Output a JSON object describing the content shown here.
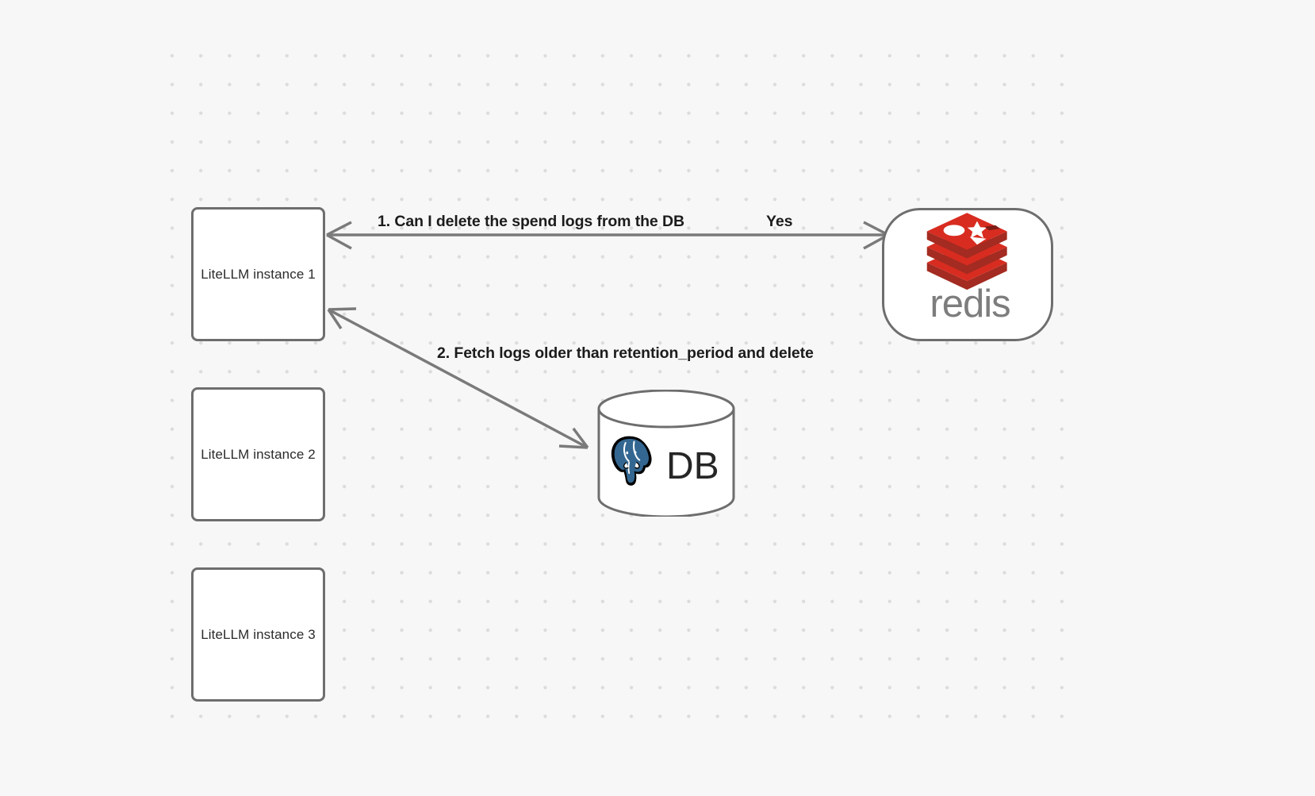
{
  "canvas": {
    "background_color": "#f7f7f7",
    "grid_dot_color": "#dcdcdc"
  },
  "nodes": [
    {
      "id": "litellm-1",
      "label": "LiteLLM instance 1",
      "type": "box",
      "border_color": "#6e6e6e",
      "fill_color": "#ffffff"
    },
    {
      "id": "litellm-2",
      "label": "LiteLLM instance 2",
      "type": "box",
      "border_color": "#6e6e6e",
      "fill_color": "#ffffff"
    },
    {
      "id": "litellm-3",
      "label": "LiteLLM instance 3",
      "type": "box",
      "border_color": "#6e6e6e",
      "fill_color": "#ffffff"
    },
    {
      "id": "redis",
      "label": "redis",
      "type": "rounded-node",
      "logo": "redis-logo",
      "logo_color": "#d82c20",
      "wordmark_color": "#7a7a7a",
      "border_color": "#6e6e6e",
      "fill_color": "#ffffff"
    },
    {
      "id": "database",
      "label": "DB",
      "type": "cylinder",
      "logo": "postgresql-elephant-icon",
      "logo_color": "#336791",
      "border_color": "#6e6e6e",
      "fill_color": "#ffffff"
    }
  ],
  "edges": [
    {
      "id": "edge-1",
      "from": "litellm-1",
      "to": "redis",
      "label": "1.  Can I delete the spend logs from the DB",
      "arrow_color": "#7a7a7a",
      "direction": "bidirectional"
    },
    {
      "id": "edge-1-reply",
      "from": "redis",
      "to": "litellm-1",
      "label": "Yes",
      "arrow_color": "#7a7a7a"
    },
    {
      "id": "edge-2",
      "from": "litellm-1",
      "to": "database",
      "label": "2.  Fetch logs older than retention_period and delete",
      "arrow_color": "#7a7a7a",
      "direction": "bidirectional"
    }
  ]
}
